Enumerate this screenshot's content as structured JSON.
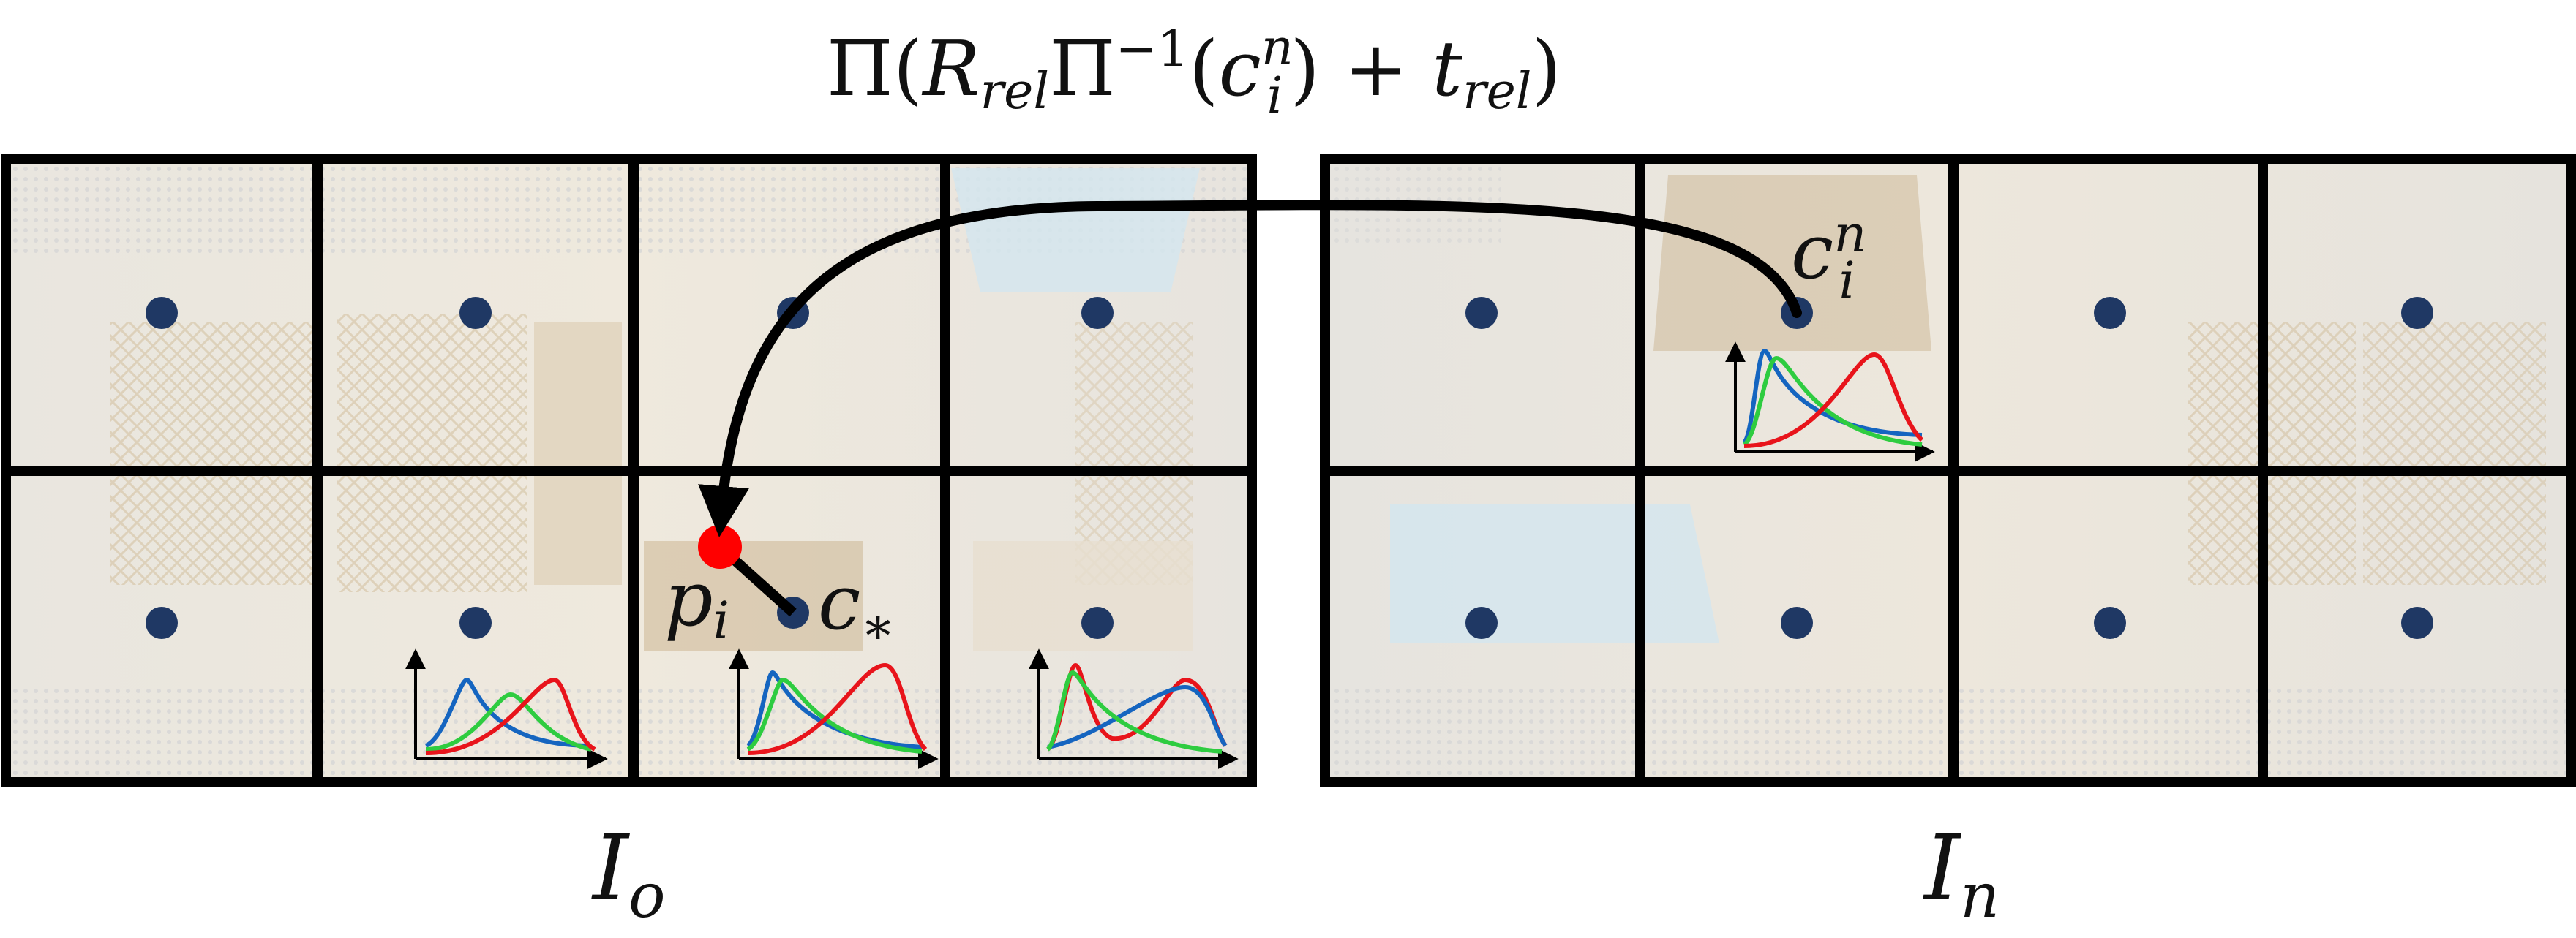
{
  "formula": {
    "pi": "Π",
    "lparen": "(",
    "R": "R",
    "rel_sub_1": "rel",
    "pi2": "Π",
    "neg_one": "−1",
    "lparen2": "(",
    "c": "c",
    "n_sup": "n",
    "i_sub": "i",
    "rparen_plus": ") + ",
    "t": "t",
    "rel_sub_2": "rel",
    "rparen": ")"
  },
  "panels": {
    "left": {
      "label_main": "I",
      "label_sub": "o"
    },
    "right": {
      "label_main": "I",
      "label_sub": "n"
    }
  },
  "annotations": {
    "p_main": "p",
    "p_sub": "i",
    "c_main": "c",
    "c_sub": "∗",
    "cn_main": "c",
    "cn_sup": "n",
    "cn_sub": "i"
  },
  "colors": {
    "border": "#000000",
    "dot": "#1f3864",
    "point": "#ff0000",
    "arrow": "#000000",
    "curve_red": "#e8141b",
    "curve_green": "#2ecc40",
    "curve_blue": "#1565c0"
  },
  "grid": {
    "rows": 2,
    "cols": 4
  }
}
